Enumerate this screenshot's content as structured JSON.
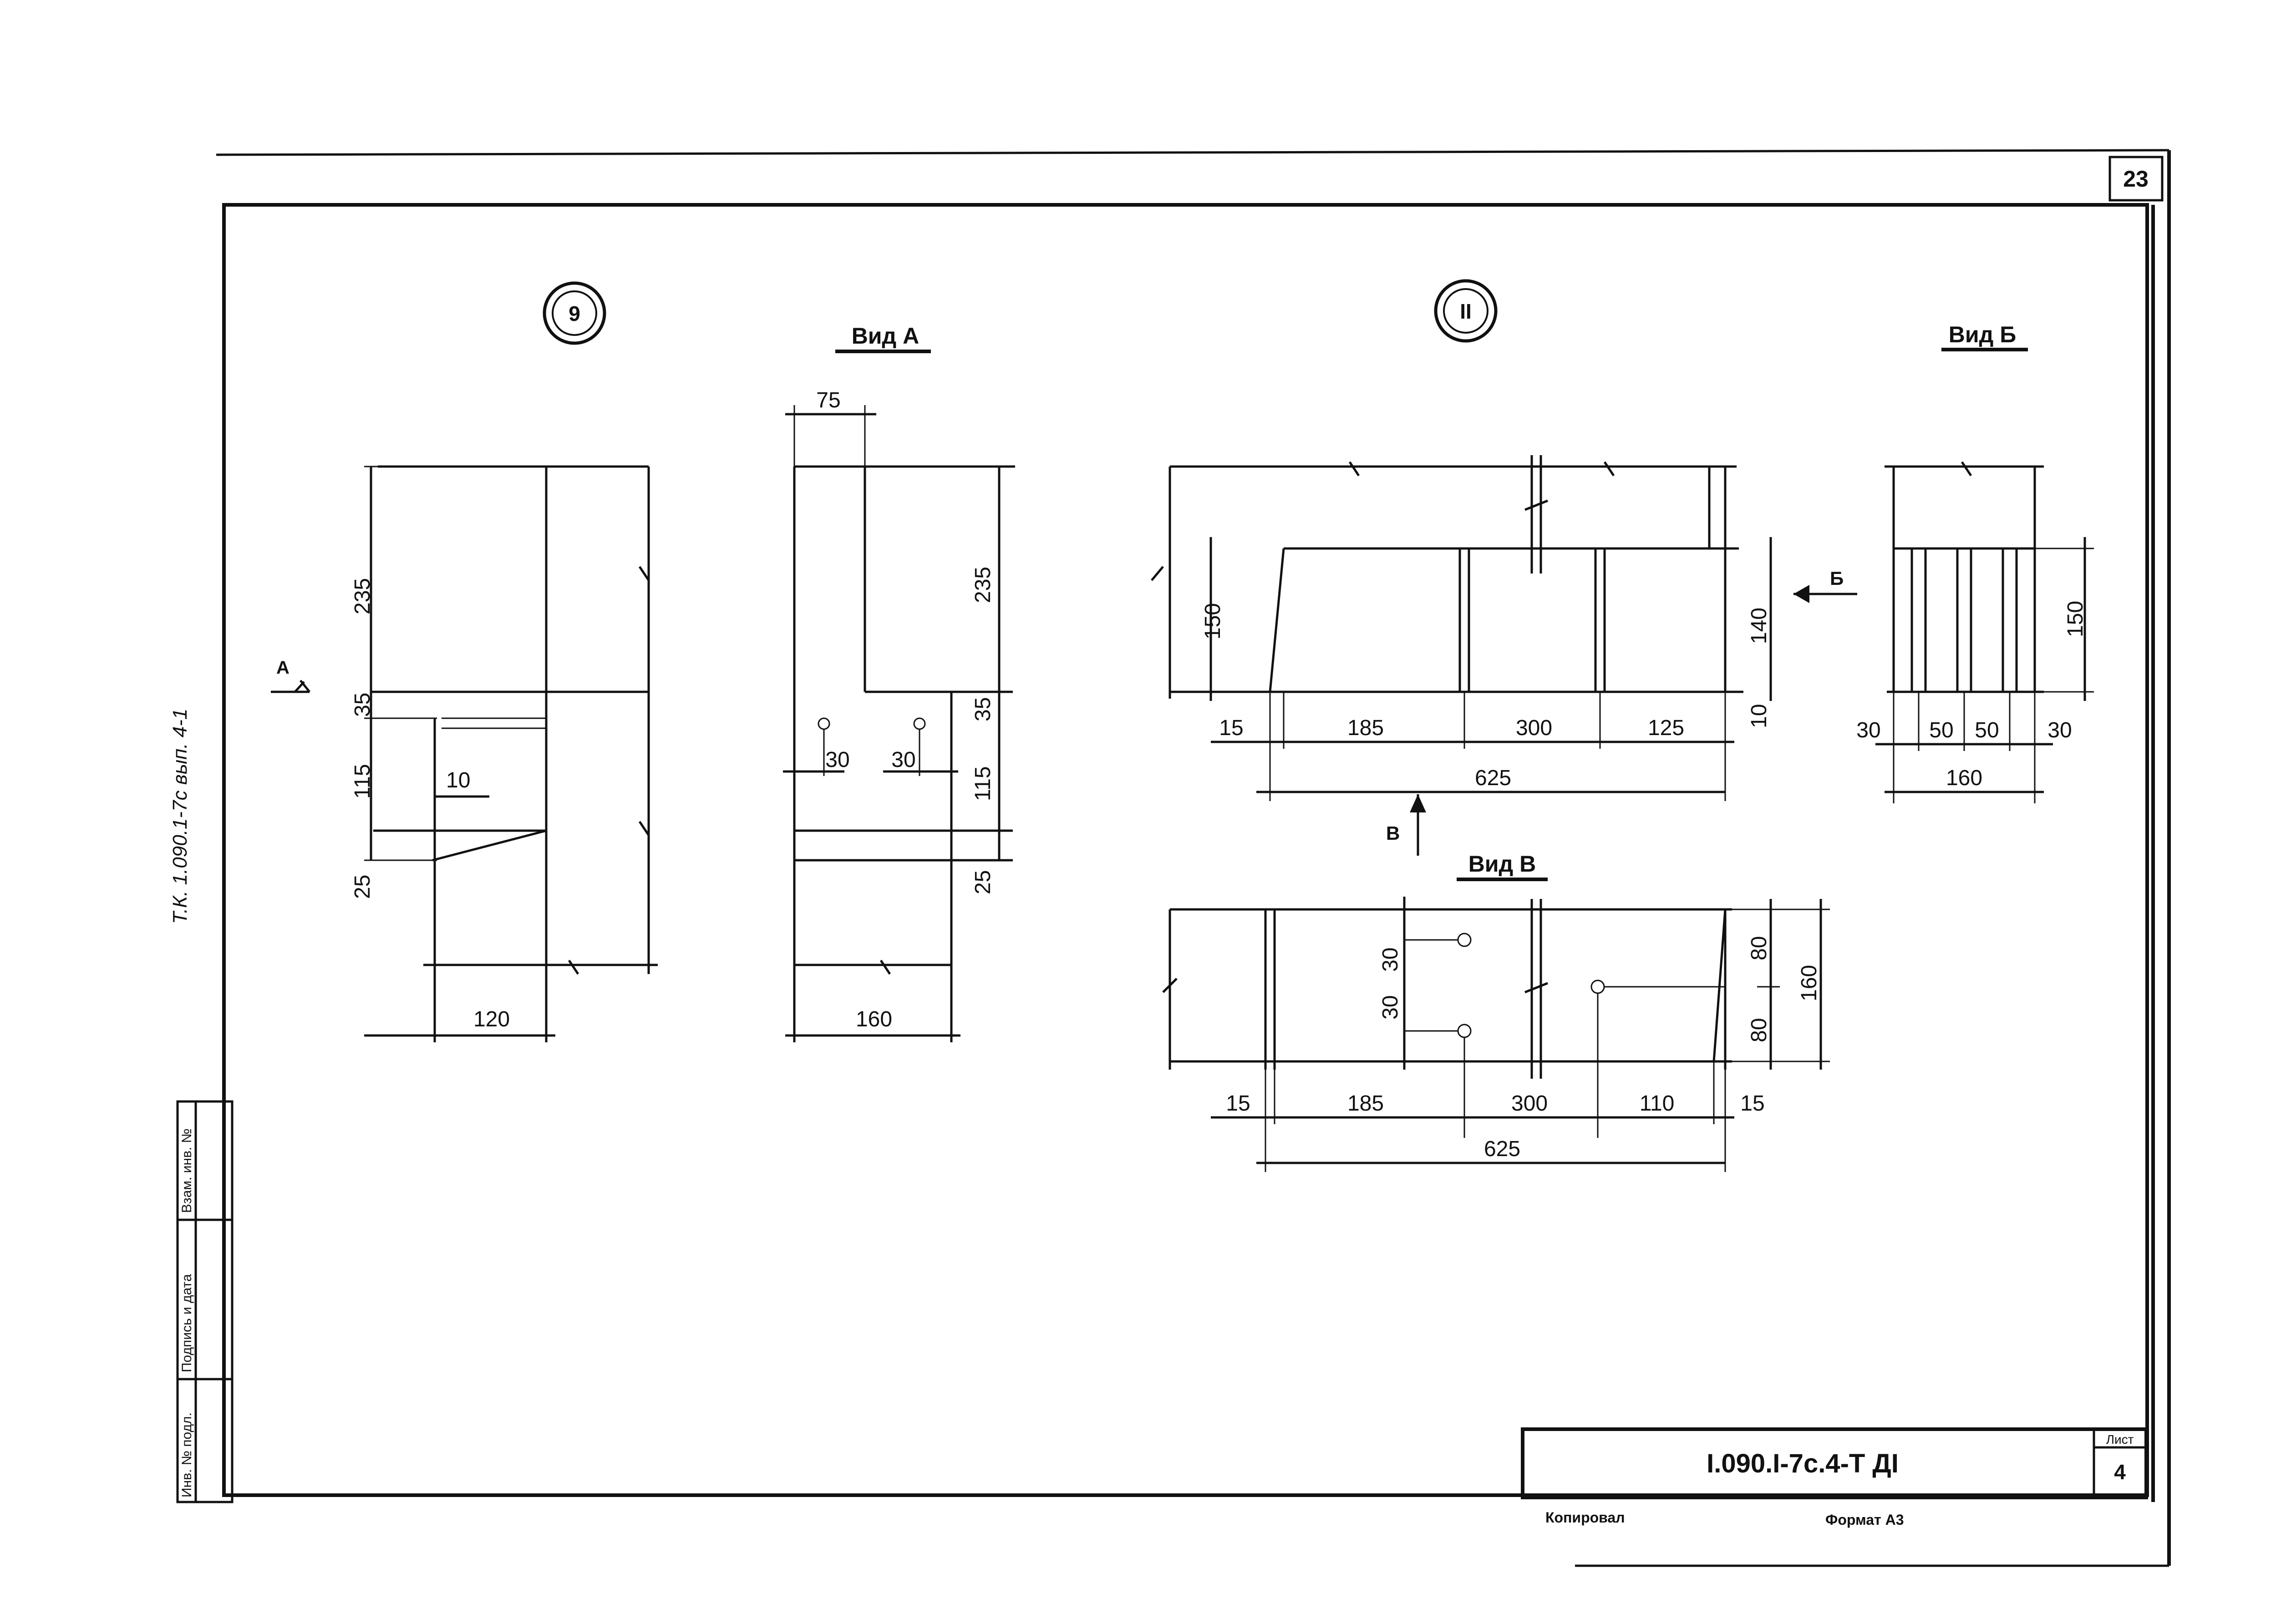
{
  "sheet": {
    "page_number": "23",
    "designation": "I.090.I-7c.4-Т ДI",
    "list_label": "Лист",
    "list_number": "4",
    "copied_label": "Копировал",
    "format_label": "Формат А3",
    "stamp_text": "Т.К.  1.090.1-7с  вып. 4-1",
    "side_fields": [
      "Инв. № подл.",
      "Подпись и дата",
      "Взам. инв. №"
    ]
  },
  "views": {
    "node_left": "9",
    "node_right": "II",
    "vid_a": "Вид А",
    "vid_b_top": "Вид Б",
    "vid_v": "Вид В",
    "arrow_a": "А",
    "arrow_b": "Б",
    "arrow_v": "В"
  },
  "dims": {
    "n1": {
      "h235": "235",
      "h35": "35",
      "h115": "115",
      "h25": "25",
      "w10": "10",
      "w120": "120"
    },
    "va": {
      "w75": "75",
      "h235": "235",
      "h35": "35",
      "h115": "115",
      "h25": "25",
      "w30a": "30",
      "w30b": "30",
      "w160": "160"
    },
    "n2": {
      "h150": "150",
      "h140": "140",
      "h10": "10",
      "w15": "15",
      "w185": "185",
      "w300": "300",
      "w125": "125",
      "w625": "625"
    },
    "vb": {
      "h150": "150",
      "w30a": "30",
      "w50a": "50",
      "w50b": "50",
      "w30b": "30",
      "w160": "160"
    },
    "vv": {
      "h30a": "30",
      "h30b": "30",
      "h80a": "80",
      "h80b": "80",
      "h160": "160",
      "w15a": "15",
      "w185": "185",
      "w300": "300",
      "w110": "110",
      "w15b": "15",
      "w625": "625"
    }
  }
}
